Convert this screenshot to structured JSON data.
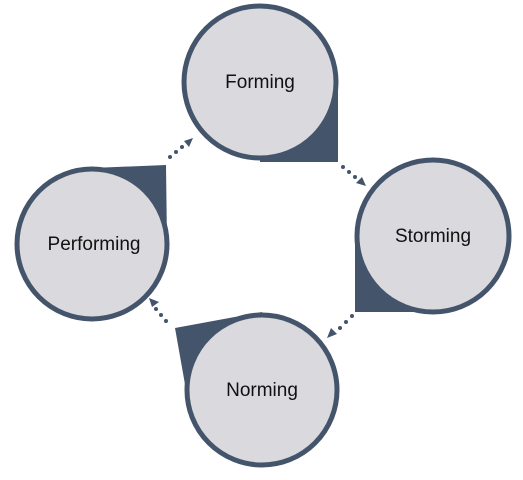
{
  "stages": [
    {
      "id": "forming",
      "label": "Forming"
    },
    {
      "id": "storming",
      "label": "Storming"
    },
    {
      "id": "norming",
      "label": "Norming"
    },
    {
      "id": "performing",
      "label": "Performing"
    }
  ],
  "colors": {
    "circle_fill": "#d9d9de",
    "ring": "#44546a",
    "accent": "#44546a",
    "connector": "#44546a",
    "background": "#ffffff"
  }
}
